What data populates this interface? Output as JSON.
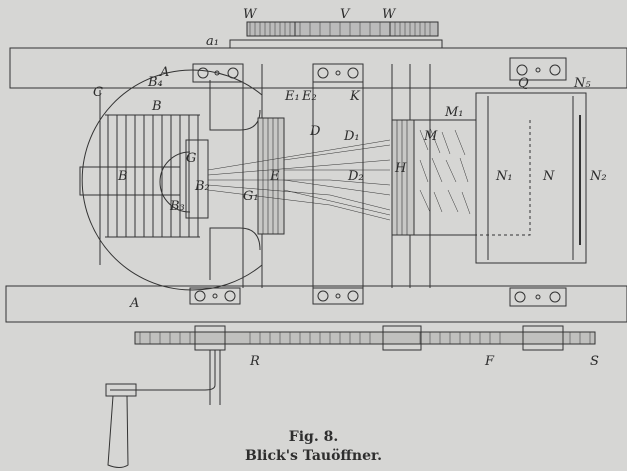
{
  "figure": {
    "number": "Fig. 8.",
    "title": "Blick's Tauöffner.",
    "labels": {
      "W_left": "W",
      "V": "V",
      "W_right": "W",
      "a1": "a₁",
      "A_top": "A",
      "A_bottom": "A",
      "C": "C",
      "B4": "B₄",
      "B1": "B",
      "B": "B",
      "G": "G",
      "B2": "B₂",
      "B3": "B₃",
      "G1": "G₁",
      "E": "E",
      "E1": "E₁",
      "E2": "E₂",
      "D": "D",
      "D1": "D₁",
      "D2": "D₂",
      "H": "H",
      "M": "M",
      "M1": "M₁",
      "K": "K",
      "N": "N",
      "N1": "N₁",
      "N2": "N₂",
      "N5": "N₅",
      "Q": "Q",
      "R": "R",
      "F": "F",
      "S": "S"
    }
  },
  "colors": {
    "paper": "#d6d6d4",
    "ink": "#333333"
  }
}
